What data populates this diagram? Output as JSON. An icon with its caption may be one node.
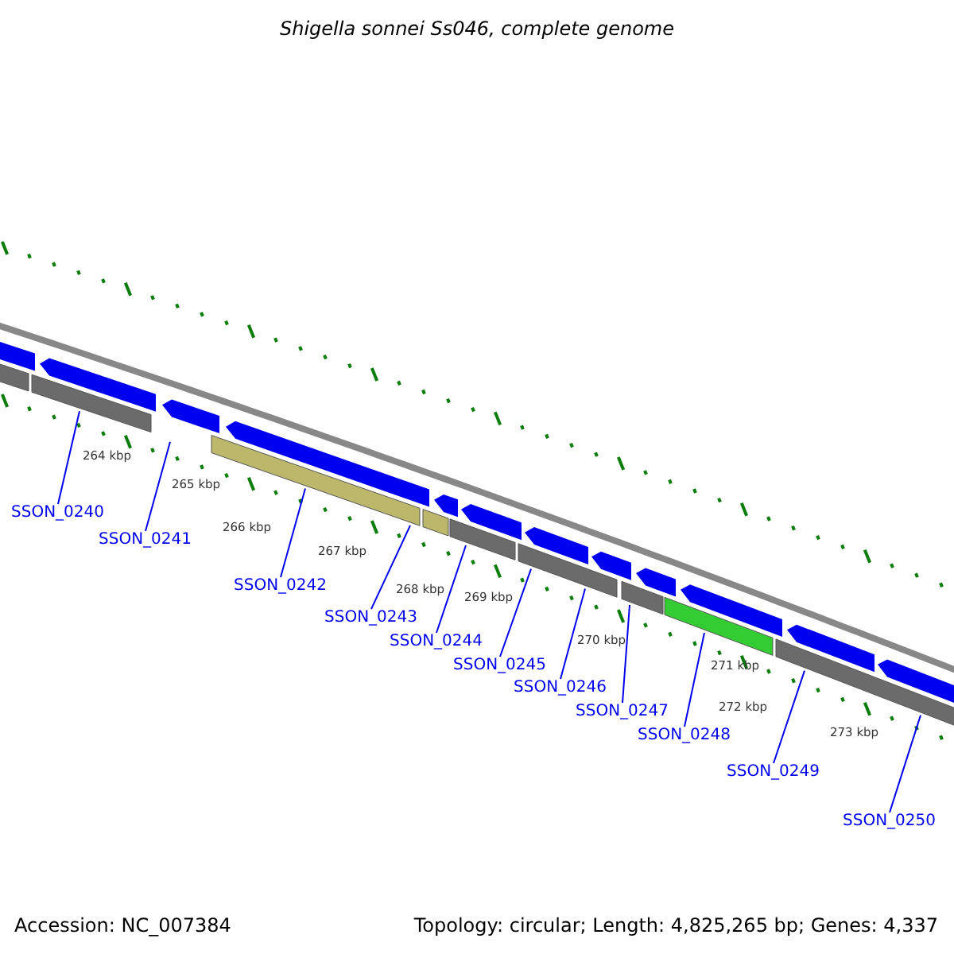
{
  "diagram": {
    "title": "Shigella sonnei Ss046, complete genome",
    "nodes": [
      {
        "text": [
          "SSON_0240"
        ]
      },
      {
        "text": [
          "SSON_0241"
        ]
      },
      {
        "text": [
          "SSON_0242"
        ]
      },
      {
        "text": [
          "SSON_0243"
        ]
      },
      {
        "text": [
          "SSON_0244"
        ]
      },
      {
        "text": [
          "SSON_0245"
        ]
      },
      {
        "text": [
          "SSON_0246"
        ]
      },
      {
        "text": [
          "SSON_0247"
        ]
      },
      {
        "text": [
          "SSON_0248"
        ]
      },
      {
        "text": [
          "SSON_0249"
        ]
      },
      {
        "text": [
          "SSON_0250"
        ]
      }
    ],
    "edges": [
      {
        "from": 0,
        "to": null,
        "arrow": "none"
      },
      {
        "from": 1,
        "to": null,
        "arrow": "none"
      },
      {
        "from": 2,
        "to": null,
        "arrow": "none"
      },
      {
        "from": 3,
        "to": null,
        "arrow": "none"
      },
      {
        "from": 4,
        "to": null,
        "arrow": "none"
      },
      {
        "from": 5,
        "to": null,
        "arrow": "none"
      },
      {
        "from": 6,
        "to": null,
        "arrow": "none"
      },
      {
        "from": 7,
        "to": null,
        "arrow": "none"
      },
      {
        "from": 8,
        "to": null,
        "arrow": "none"
      },
      {
        "from": 9,
        "to": null,
        "arrow": "none"
      },
      {
        "from": 10,
        "to": null,
        "arrow": "none"
      }
    ],
    "labels": [
      "264 kbp",
      "265 kbp",
      "266 kbp",
      "267 kbp",
      "268 kbp",
      "269 kbp",
      "270 kbp",
      "271 kbp",
      "272 kbp",
      "273 kbp",
      "Accession: NC_007384",
      "Topology: circular; Length: 4,825,265 bp; Genes: 4,337"
    ]
  }
}
